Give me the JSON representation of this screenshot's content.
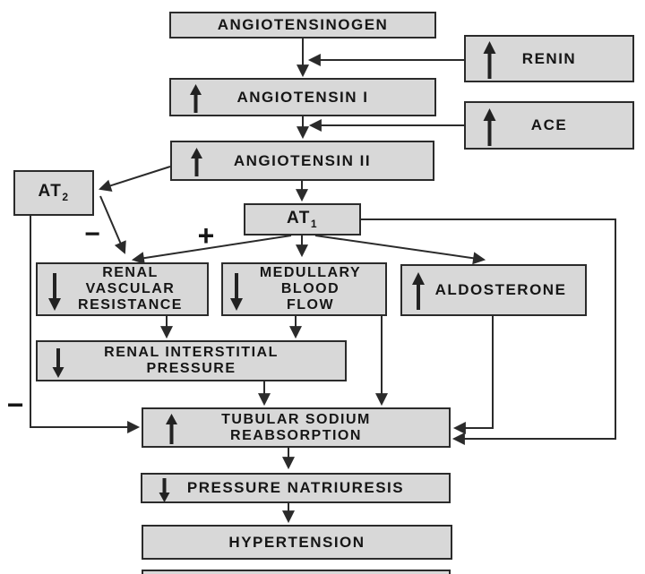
{
  "diagram": {
    "type": "flowchart",
    "subject": "renin-angiotensin pathway leading to hypertension"
  },
  "boxes": {
    "angiotensinogen": {
      "label": "ANGIOTENSINOGEN"
    },
    "renin": {
      "label": "RENIN",
      "icon": "up-arrow"
    },
    "angiotensin_i": {
      "label": "ANGIOTENSIN I",
      "icon": "up-arrow"
    },
    "ace": {
      "label": "ACE",
      "icon": "up-arrow"
    },
    "angiotensin_ii": {
      "label": "ANGIOTENSIN II",
      "icon": "up-arrow"
    },
    "at2": {
      "base": "AT",
      "sub": "2"
    },
    "at1": {
      "base": "AT",
      "sub": "1"
    },
    "renal_vascular_resistance": {
      "label": "RENAL\nVASCULAR\nRESISTANCE",
      "icon": "down-arrow"
    },
    "medullary_blood_flow": {
      "label": "MEDULLARY\nBLOOD\nFLOW",
      "icon": "down-arrow"
    },
    "aldosterone": {
      "label": "ALDOSTERONE",
      "icon": "up-arrow"
    },
    "renal_interstitial_pressure": {
      "label": "RENAL INTERSTITIAL\nPRESSURE",
      "icon": "down-arrow"
    },
    "tubular_sodium_reabsorption": {
      "label": "TUBULAR SODIUM\nREABSORPTION",
      "icon": "up-arrow"
    },
    "pressure_natriuresis": {
      "label": "PRESSURE NATRIURESIS",
      "icon": "down-arrow"
    },
    "hypertension": {
      "label": "HYPERTENSION"
    }
  },
  "signs": {
    "minus_at2_branch": "−",
    "plus_at1_branch": "+",
    "minus_left_feedback": "−"
  },
  "colors": {
    "background": "#ffffff",
    "box_fill": "#d8d8d8",
    "box_border": "#2b2b2b",
    "line": "#2b2b2b",
    "text": "#161616"
  }
}
